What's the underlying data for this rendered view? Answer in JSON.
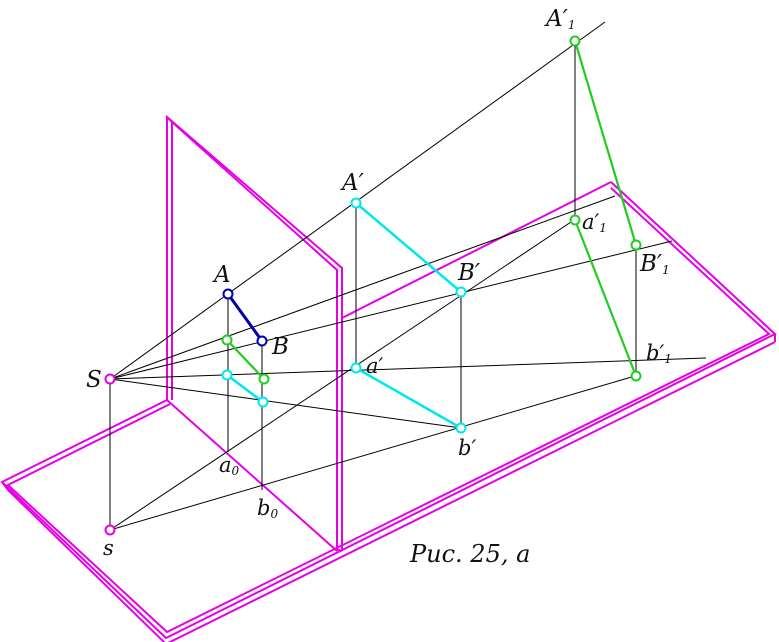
{
  "caption": "Рис. 25, а",
  "colors": {
    "plane": "#e600e6",
    "ray": "#000000",
    "segment_AB": "#0000aa",
    "proj_green": "#22cc22",
    "proj_cyan": "#00e6f0",
    "background": "#ffffff"
  },
  "labels": {
    "S": "S",
    "s": "s",
    "A": "A",
    "B": "B",
    "a0_main": "a",
    "a0_sub": "0",
    "b0_main": "b",
    "b0_sub": "0",
    "A_prime": "A′",
    "B_prime": "B′",
    "a_prime": "a′",
    "b_prime": "b′",
    "A1_main": "A′",
    "A1_sub": "1",
    "a1_main": "a′",
    "a1_sub": "1",
    "B1_main": "B′",
    "B1_sub": "1",
    "b1_main": "b′",
    "b1_sub": "1"
  },
  "icons": {
    "point_marker": "hollow-circle-point"
  }
}
